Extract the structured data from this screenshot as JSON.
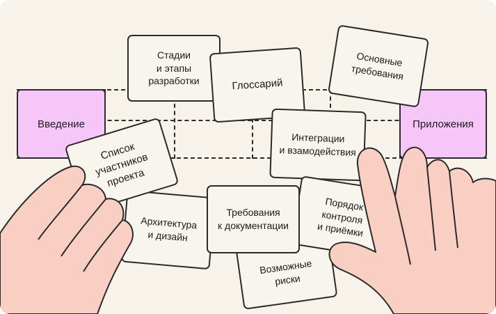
{
  "colors": {
    "background": "#f7f2ea",
    "card_fill": "#f8f4ee",
    "accent_pink": "#f6c6f8",
    "hand_skin": "#f8cfc2",
    "outline": "#2a2a2a"
  },
  "sides": {
    "left": "Введение",
    "right": "Приложения"
  },
  "cards": {
    "stages": "Стадии\nи этапы\nразработки",
    "glossary": "Глоссарий",
    "main_requirements": "Основные\nтребования",
    "integrations": "Интеграции\nи взамодействия",
    "participants": "Список\nучастников\nпроекта",
    "architecture": "Архитектура\nи дизайн",
    "doc_requirements": "Требования\nк документации",
    "acceptance": "Порядок\nконтроля\nи приёмки",
    "risks": "Возможные\nриски"
  }
}
